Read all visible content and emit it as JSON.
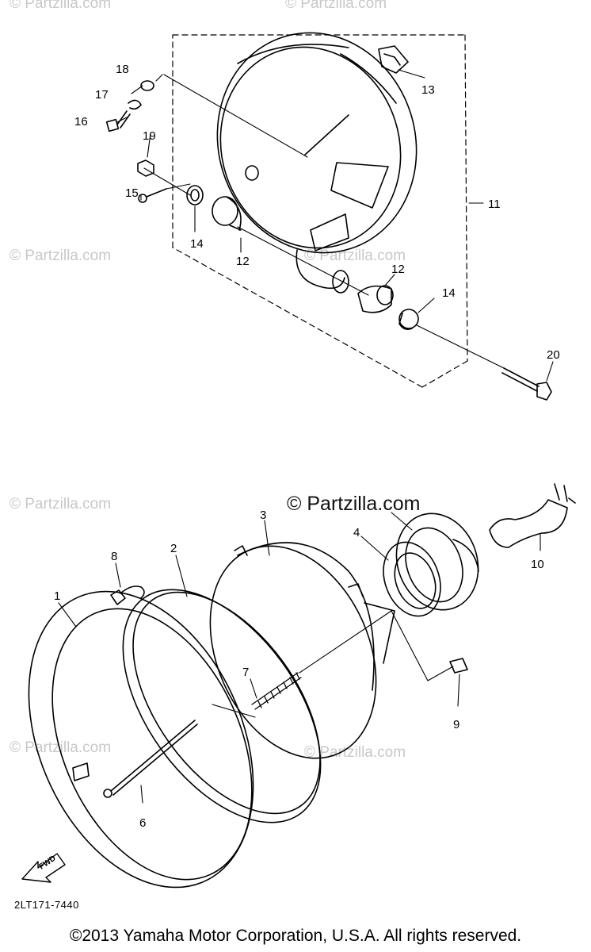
{
  "watermark": "© Partzilla.com",
  "watermark_center": "© Partzilla.com",
  "part_numbers": {
    "p1": "1",
    "p2": "2",
    "p3": "3",
    "p4": "4",
    "p6": "6",
    "p7": "7",
    "p8": "8",
    "p9": "9",
    "p10": "10",
    "p11": "11",
    "p12a": "12",
    "p12b": "12",
    "p13": "13",
    "p14a": "14",
    "p14b": "14",
    "p15": "15",
    "p16": "16",
    "p17": "17",
    "p18": "18",
    "p19": "19",
    "p20": "20"
  },
  "direction_label": "FWD",
  "diagram_code": "2LT171-7440",
  "copyright": "©2013 Yamaha Motor Corporation, U.S.A. All rights reserved."
}
